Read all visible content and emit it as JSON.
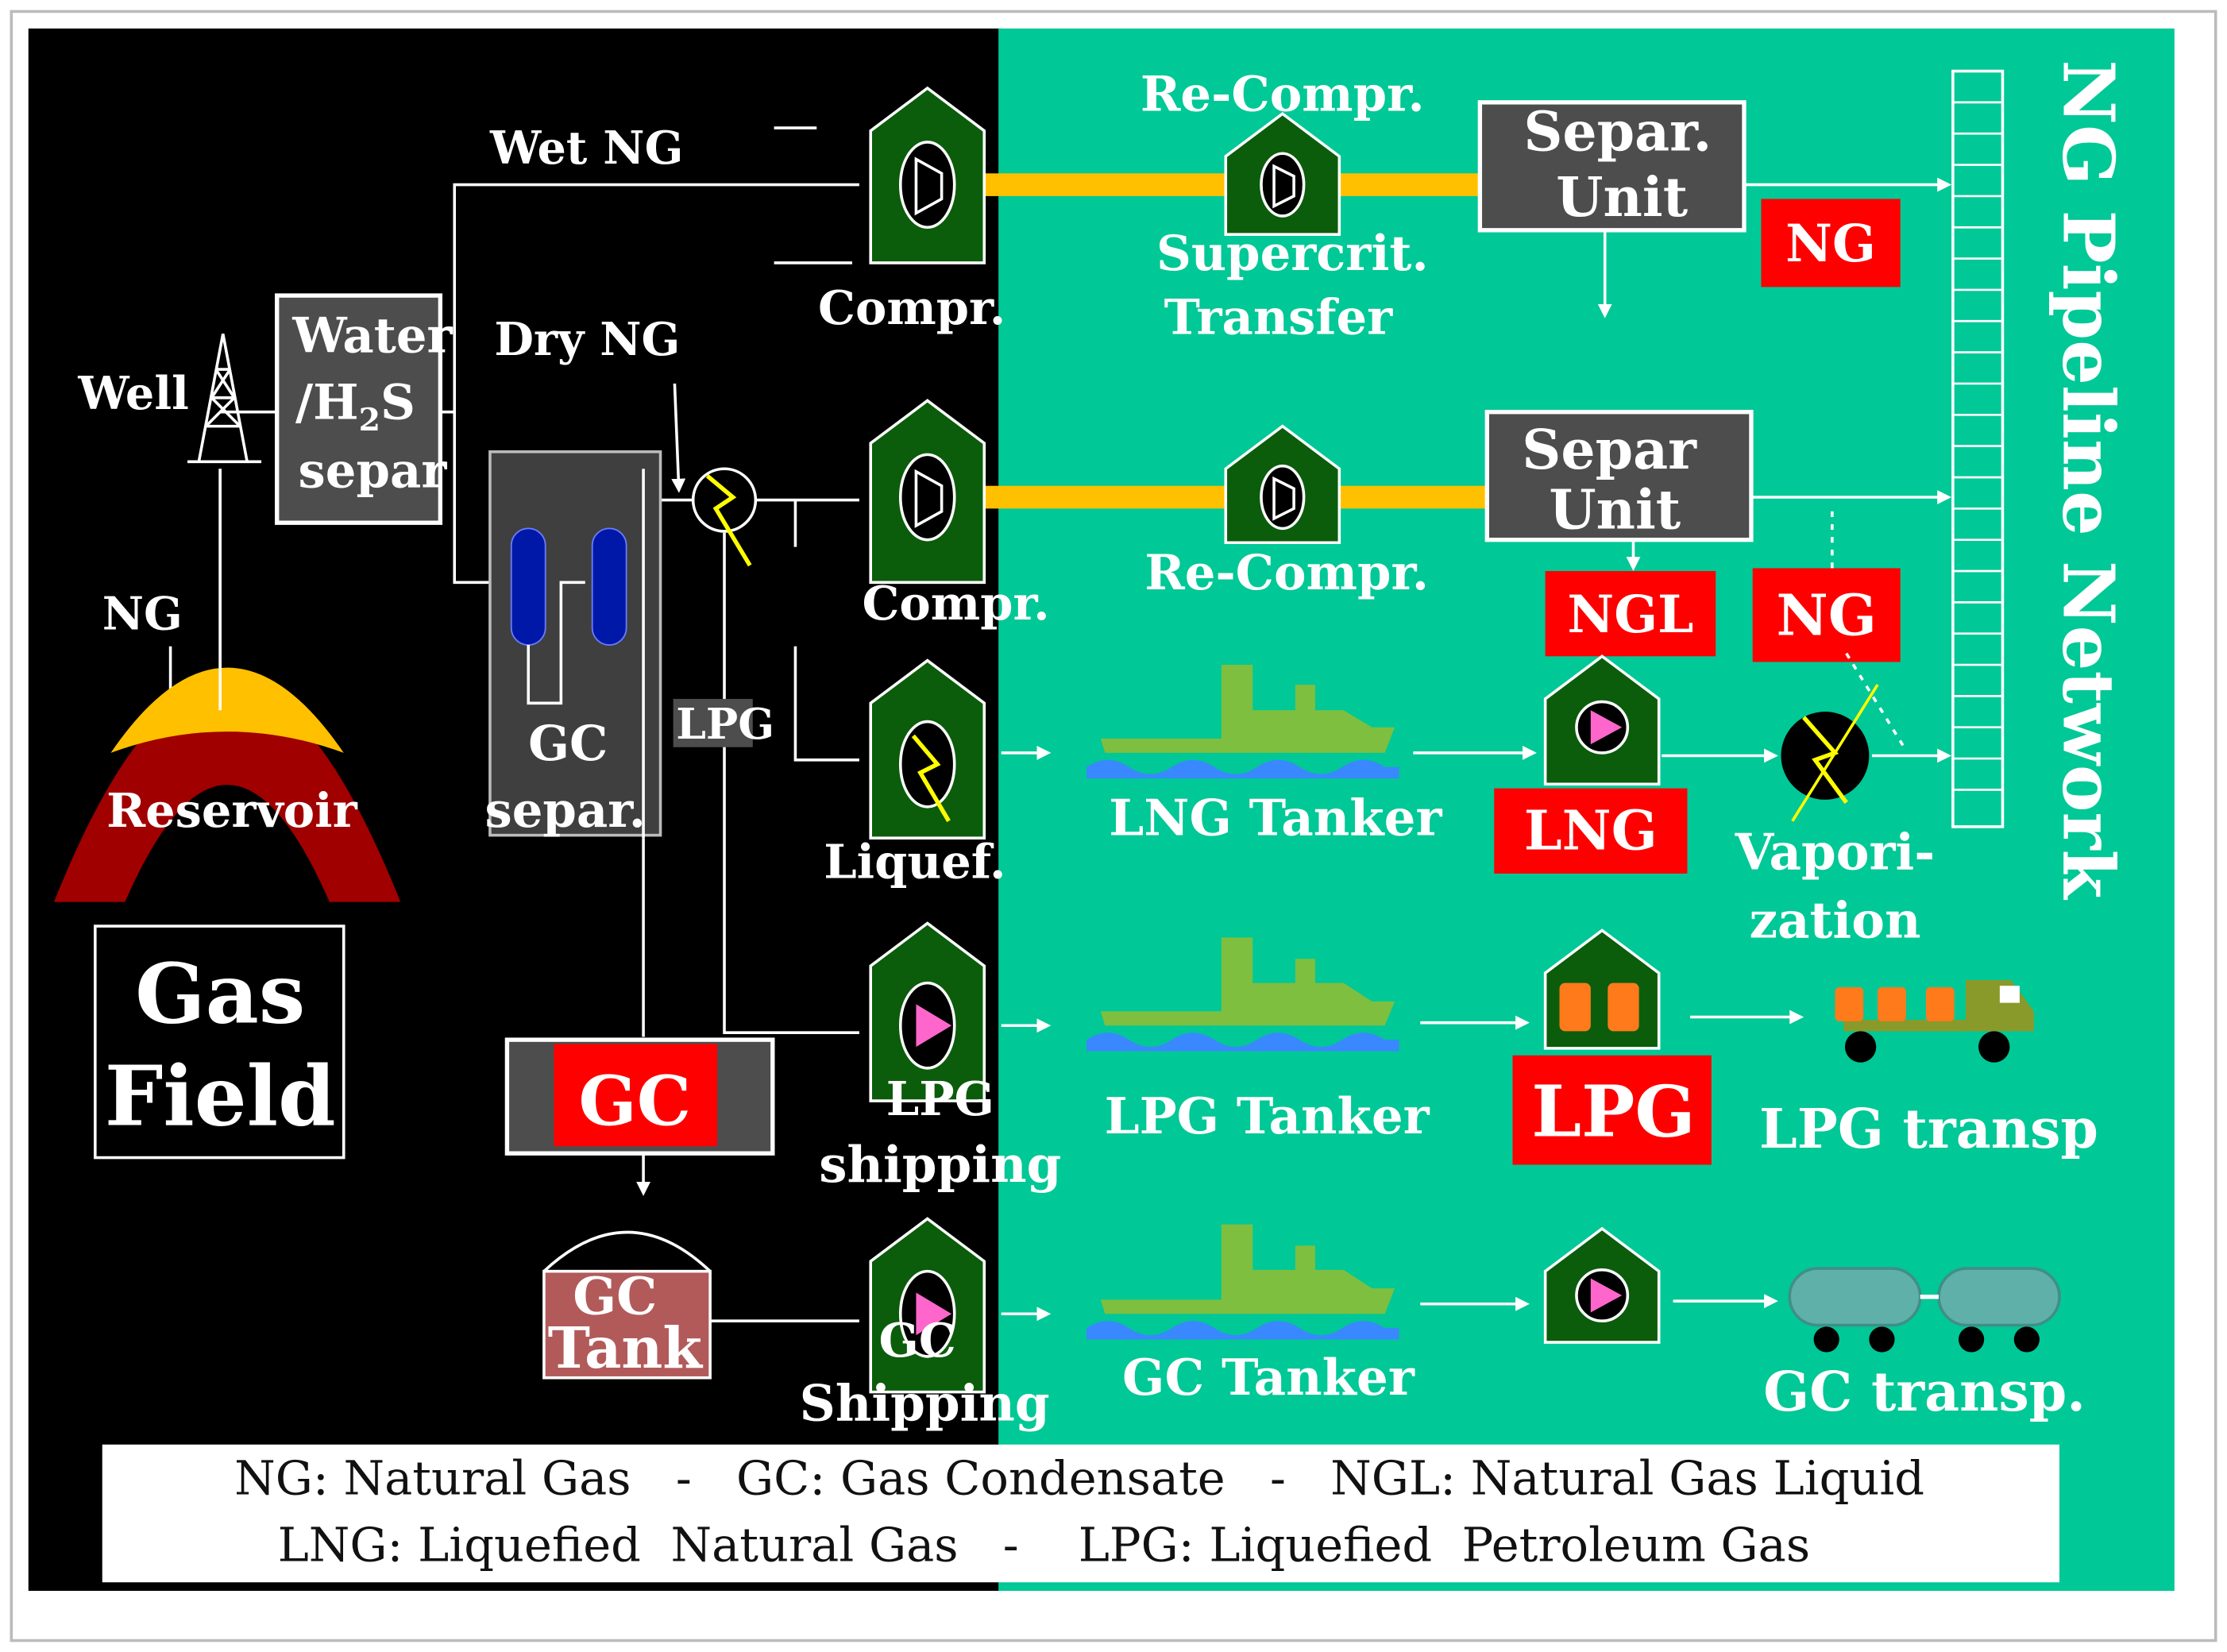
{
  "labels": {
    "well": "Well",
    "ng_source": "NG",
    "reservoir": "Reservoir",
    "gas_field_1": "Gas",
    "gas_field_2": "Field",
    "water_1": "Water",
    "water_2a": "/H",
    "water_2sub": "2",
    "water_2b": "S",
    "water_3": "separ",
    "wet_ng": "Wet NG",
    "dry_ng": "Dry NG",
    "gc_separ_1": "GC",
    "gc_separ_2": "separ.",
    "lpg_tag": "LPG",
    "gc_box": "GC",
    "gc_tank_1": "GC",
    "gc_tank_2": "Tank",
    "compr_1": "Compr.",
    "compr_2": "Compr.",
    "liquef": "Liquef.",
    "lpg_shipping_1": "LPG",
    "lpg_shipping_2": "shipping",
    "gc_shipping_1": "GC",
    "gc_shipping_2": "Shipping",
    "re_compr_top": "Re-Compr.",
    "supercrit_1": "Supercrit.",
    "supercrit_2": "Transfer",
    "re_compr_2": "Re-Compr.",
    "separ_unit_1a": "Separ.",
    "separ_unit_1b": "Unit",
    "separ_unit_2a": "Separ",
    "separ_unit_2b": "Unit",
    "ng_red_1": "NG",
    "ngl_red": "NGL",
    "ng_red_2": "NG",
    "lng_tanker": "LNG Tanker",
    "lng_red": "LNG",
    "vapor_1": "Vapori-",
    "vapor_2": "zation",
    "lpg_tanker": "LPG Tanker",
    "lpg_red": "LPG",
    "lpg_transp": "LPG transp",
    "gc_tanker": "GC Tanker",
    "gc_transp": "GC transp.",
    "pipeline": "NG Pipeline Network"
  },
  "legend": {
    "line1": "NG: Natural Gas   -   GC: Gas Condensate   -   NGL: Natural Gas Liquid",
    "line2": "LNG: Liquefied  Natural Gas   -    LPG: Liquefied  Petroleum Gas"
  },
  "colors": {
    "field_bg": "#000000",
    "market_bg": "#00c896",
    "pipe_orange": "#ffc000",
    "house_green": "#0b5d0b",
    "box_gray": "#4d4d4d",
    "red_tag": "#ff0000",
    "ship_green": "#7fbf3f",
    "reservoir_red": "#a00000",
    "reservoir_gold": "#ffc000",
    "separator_blue": "#0018a8",
    "pink_valve": "#ff66cc",
    "lpg_cylinder": "#ff7a1a",
    "gc_wagon": "#5fb0a8"
  }
}
